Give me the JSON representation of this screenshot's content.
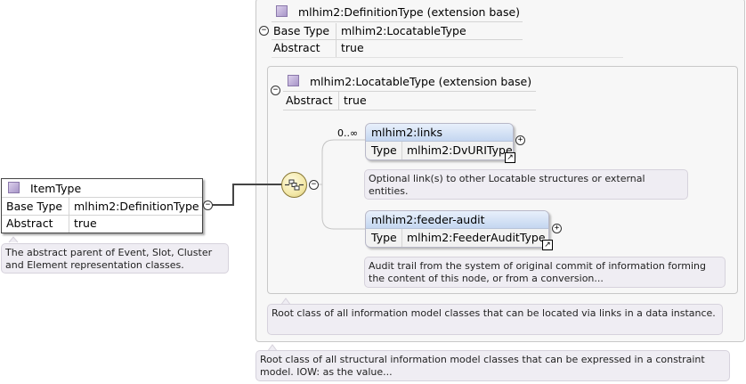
{
  "definition_type": {
    "title": "mlhim2:DefinitionType (extension base)",
    "base_type_label": "Base Type",
    "base_type_value": "mlhim2:LocatableType",
    "abstract_label": "Abstract",
    "abstract_value": "true",
    "collapse_symbol": "−",
    "annotation": "Root class of all structural information model classes that can be expressed in a constraint model. IOW: as the value..."
  },
  "locatable_type": {
    "title": "mlhim2:LocatableType (extension base)",
    "abstract_label": "Abstract",
    "abstract_value": "true",
    "collapse_symbol": "−",
    "annotation": "Root class of all information model classes that can be located via links in a data instance."
  },
  "sequence": {
    "collapse_symbol": "−",
    "cardinality": "0..∞"
  },
  "links_element": {
    "name": "mlhim2:links",
    "type_label": "Type",
    "type_value": "mlhim2:DvURIType",
    "expand_symbol": "+",
    "ref_symbol": "↗",
    "annotation": "Optional link(s) to other Locatable structures or external entities."
  },
  "feeder_element": {
    "name": "mlhim2:feeder-audit",
    "type_label": "Type",
    "type_value": "mlhim2:FeederAuditType",
    "expand_symbol": "+",
    "ref_symbol": "↗",
    "annotation": "Audit trail from the system of original commit of information forming the content of this node, or from a conversion..."
  },
  "item_type": {
    "title": "ItemType",
    "base_type_label": "Base Type",
    "base_type_value": "mlhim2:DefinitionType",
    "abstract_label": "Abstract",
    "abstract_value": "true",
    "collapse_symbol": "−",
    "annotation": "The abstract parent of Event, Slot, Cluster and Element representation classes."
  }
}
